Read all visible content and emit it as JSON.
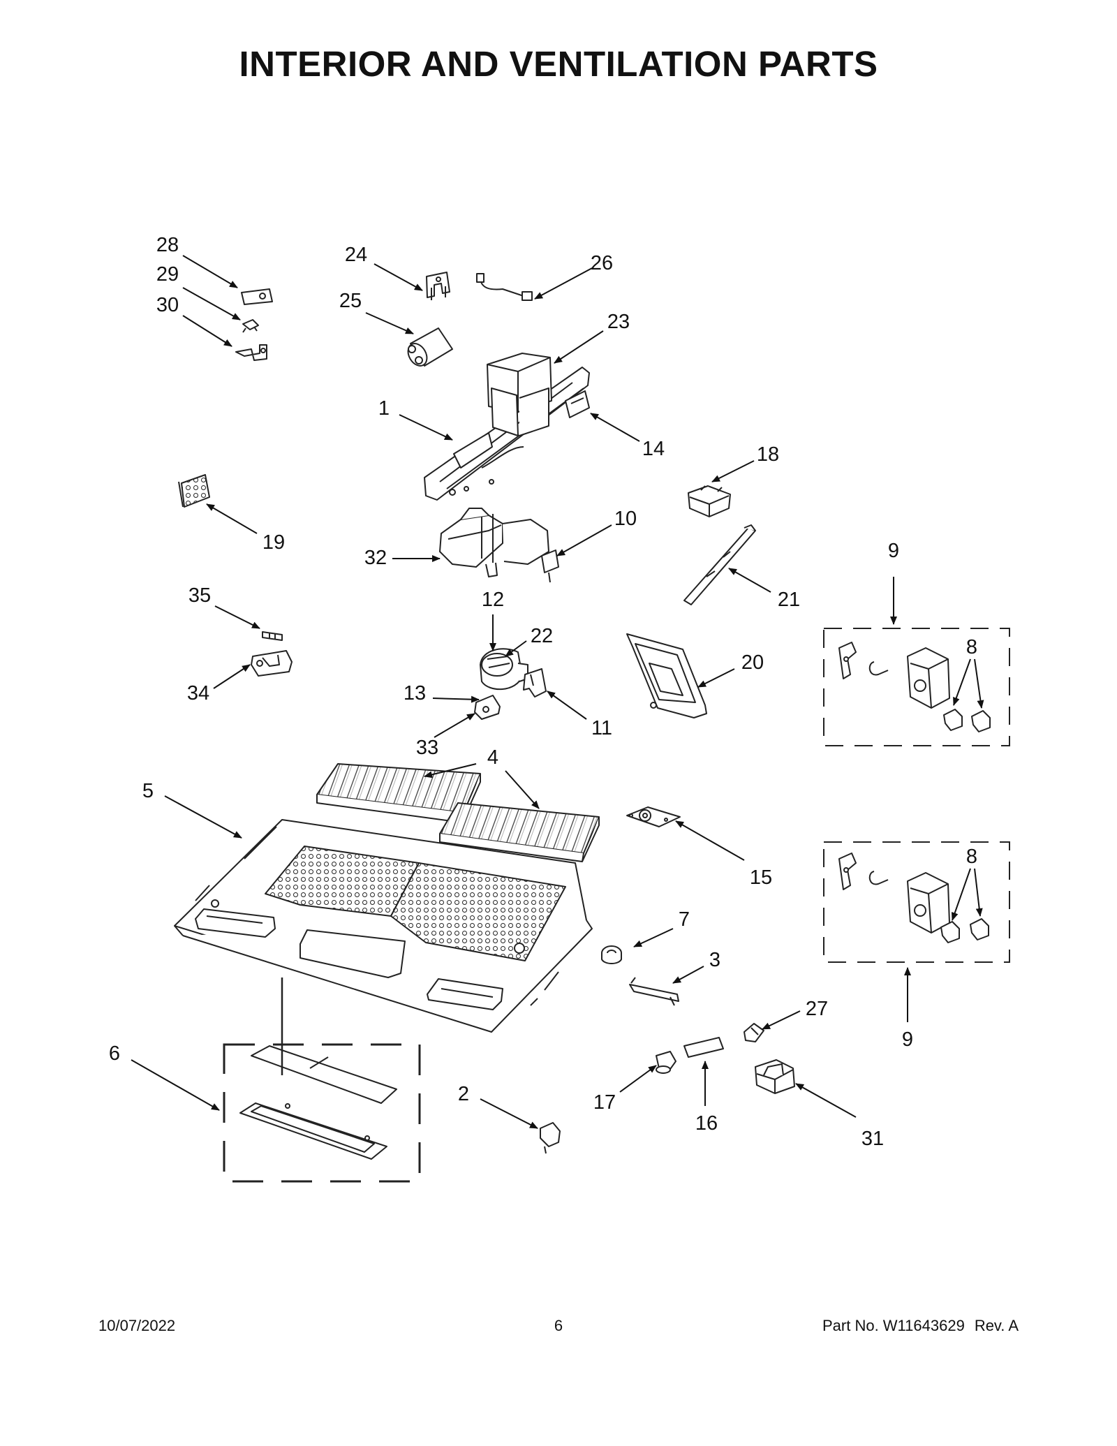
{
  "title": "INTERIOR AND VENTILATION PARTS",
  "callouts": [
    "1",
    "2",
    "3",
    "4",
    "5",
    "6",
    "7",
    "8",
    "9",
    "10",
    "11",
    "12",
    "13",
    "14",
    "15",
    "16",
    "17",
    "18",
    "19",
    "20",
    "21",
    "22",
    "23",
    "24",
    "25",
    "26",
    "27",
    "28",
    "29",
    "30",
    "31",
    "32",
    "33",
    "34",
    "35"
  ],
  "footer": {
    "date": "10/07/2022",
    "page": "6",
    "part_number": "Part No.  W11643629",
    "revision": "Rev.  A"
  }
}
